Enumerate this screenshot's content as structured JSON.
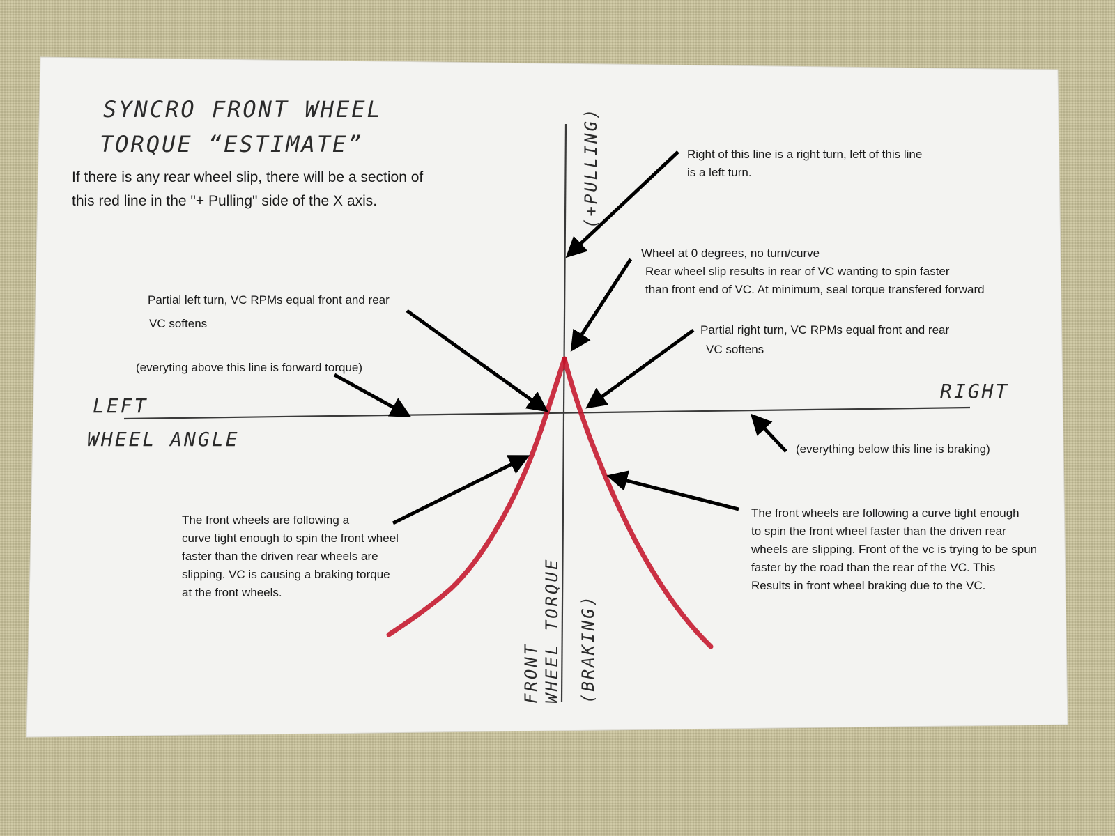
{
  "title": {
    "line1": "SYNCRO FRONT WHEEL",
    "line2": "TORQUE “ESTIMATE”"
  },
  "intro": {
    "line1": "If there is any rear wheel slip, there will be a section of",
    "line2": "this red line in the \"+ Pulling\" side of the X axis."
  },
  "axes": {
    "left": "LEFT",
    "right": "RIGHT",
    "x_label": "WHEEL ANGLE",
    "y_top": "(+PULLING)",
    "y_bottom_1": "FRONT",
    "y_bottom_2": "WHEEL TORQUE",
    "y_bottom_3": "(BRAKING)"
  },
  "notes": {
    "right_of_line": [
      "Right of this line is a right turn, left of this line",
      "is a left turn."
    ],
    "zero_degrees": [
      "Wheel at 0 degrees, no turn/curve",
      "Rear wheel slip results in rear of VC wanting to spin faster",
      "than front end of VC. At minimum, seal torque transfered forward"
    ],
    "partial_left": [
      "Partial left turn, VC RPMs equal front and rear",
      "VC softens"
    ],
    "partial_right": [
      "Partial right turn, VC RPMs equal front and rear",
      "VC softens"
    ],
    "forward_torque": "(everyting above this line is forward torque)",
    "braking": "(everything below this line is braking)",
    "left_curve": [
      "The front wheels are following a",
      "curve tight enough to spin the front wheel",
      "faster than the driven rear wheels are",
      "slipping. VC is causing a braking torque",
      "at the front wheels."
    ],
    "right_curve": [
      "The front wheels are following a curve tight enough",
      "to spin the front wheel faster than the driven rear",
      "wheels are slipping. Front of the vc is trying to be spun",
      "faster by the road than the rear of the VC. This",
      "Results in front wheel braking due to the VC."
    ]
  },
  "colors": {
    "curve": "#c4142a",
    "paper": "#f3f3f1",
    "background": "#c9c29a"
  }
}
